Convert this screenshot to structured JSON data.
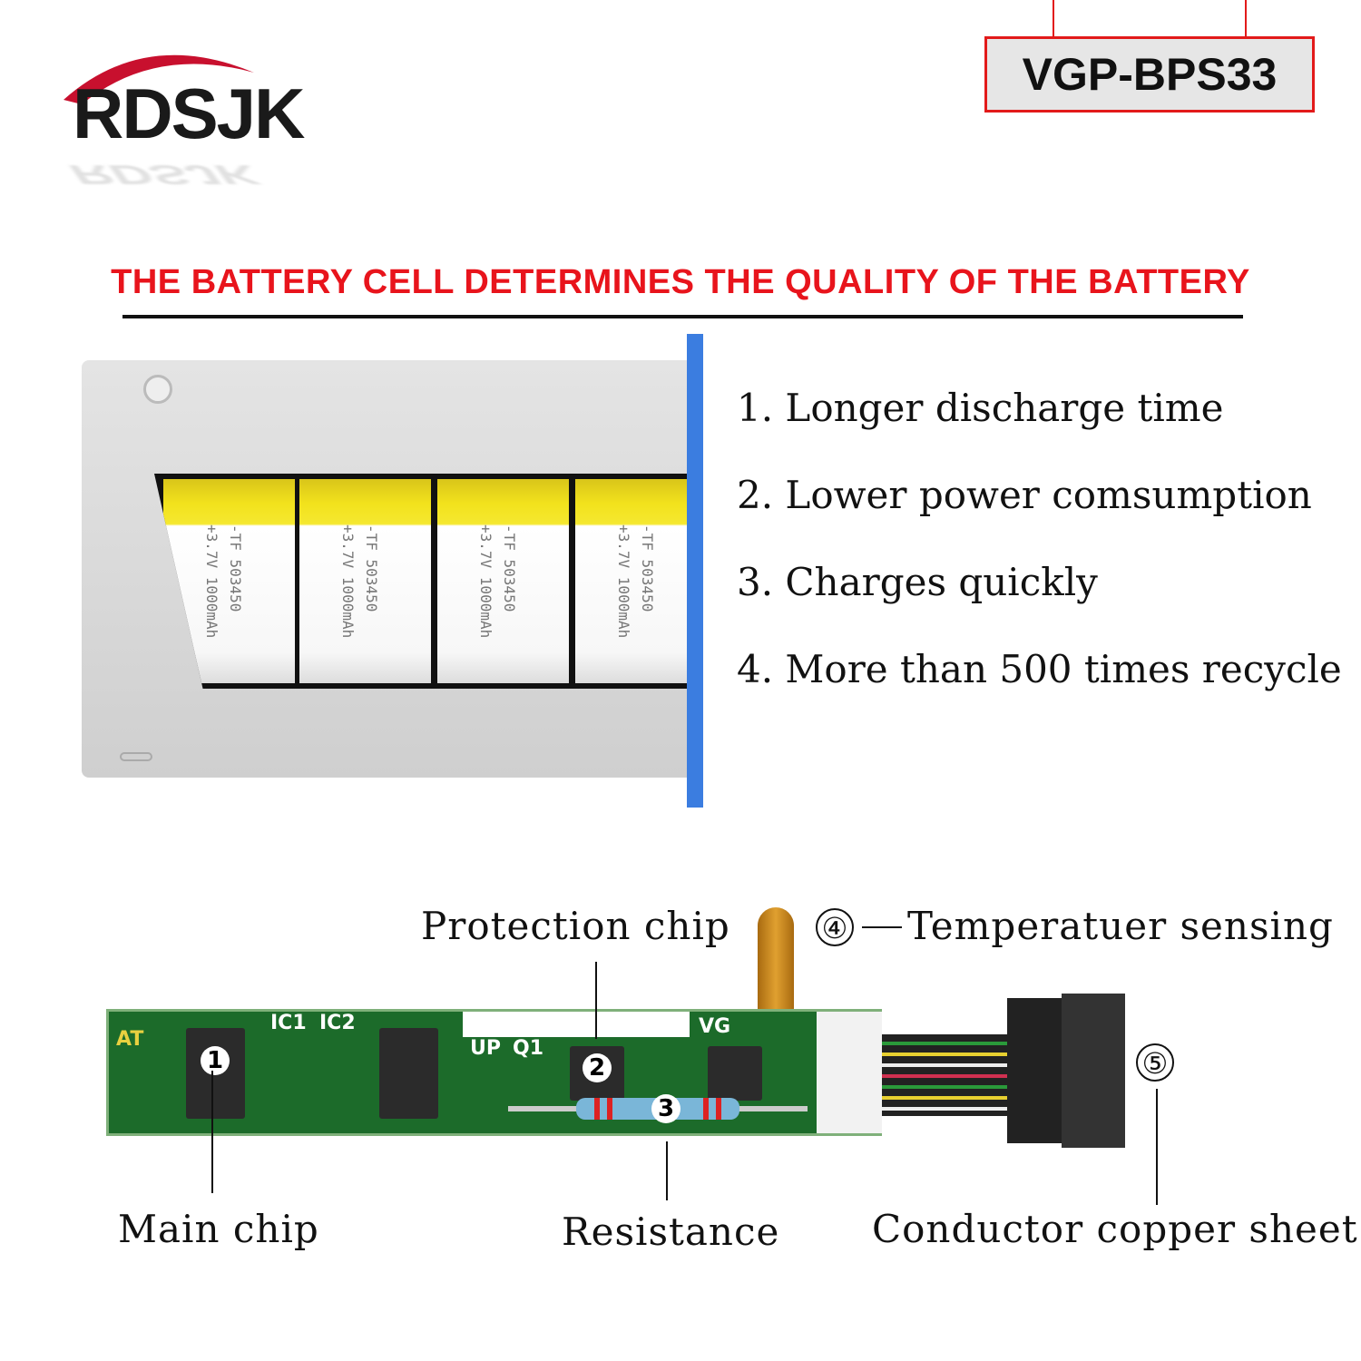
{
  "brand": {
    "logo_text": "RDSJK"
  },
  "model": {
    "label": "VGP-BPS33"
  },
  "headline": "THE BATTERY CELL DETERMINES THE QUALITY OF THE BATTERY",
  "battery_image": {
    "cell_text": "-TF 503450\n+3.7V 1000mAh"
  },
  "features": [
    "1. Longer discharge time",
    "2. Lower power comsumption",
    "3. Charges quickly",
    "4. More than 500 times recycle"
  ],
  "pcb": {
    "silkscreen": [
      "AT",
      "IC1",
      "IC2",
      "UP",
      "Q1",
      "VG"
    ],
    "markers": [
      "1",
      "2",
      "3",
      "④",
      "⑤"
    ],
    "labels": {
      "protection_chip": "Protection chip",
      "temperature": "Temperatuer sensing",
      "main_chip": "Main chip",
      "resistance": "Resistance",
      "conductor": "Conductor copper sheet"
    }
  },
  "colors": {
    "accent_red": "#e8141c",
    "blue_bar": "#3b7de0",
    "pcb_green": "#1c6b2a"
  }
}
